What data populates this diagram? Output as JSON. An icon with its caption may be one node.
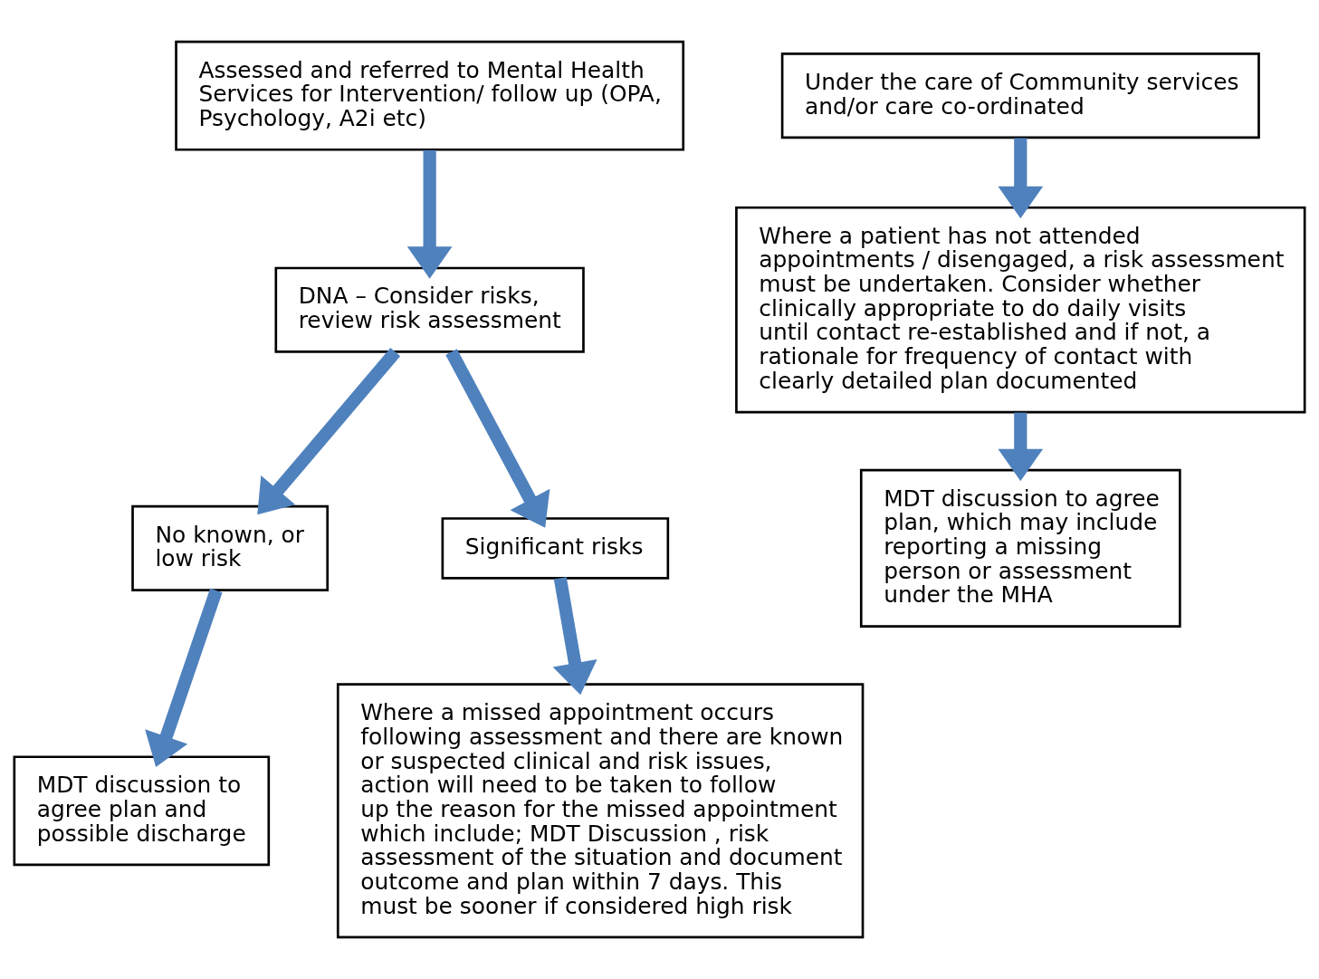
{
  "diagram": {
    "nodes": [
      {
        "text": [
          "Assessed and referred to Mental Health Services for Intervention/ follow up (OPA, Psychology, A2i etc)"
        ]
      },
      {
        "text": [
          "DNA – Consider risks, review risk assessment"
        ]
      },
      {
        "text": [
          "No known, or low risk"
        ]
      },
      {
        "text": [
          "Significant risks"
        ]
      },
      {
        "text": [
          "MDT discussion to agree plan and possible discharge"
        ]
      },
      {
        "text": [
          "Where a missed appointment occurs following assessment and there are known or suspected clinical and risk issues, action will need to be taken to follow up the reason for the missed appointment which include; MDT Discussion , risk assessment of the situation and document outcome and plan within 7 days. This must be sooner if considered high risk"
        ]
      },
      {
        "text": [
          "Under the care of Community services and/or care co-ordinated"
        ]
      },
      {
        "text": [
          "Where a patient has not attended appointments / disengaged, a risk assessment must be undertaken. Consider whether clinically appropriate to do daily visits until contact re-established and if not, a rationale for frequency of contact with clearly detailed plan documented"
        ]
      },
      {
        "text": [
          "MDT discussion to agree plan, which may include reporting a missing person or assessment under the MHA"
        ]
      }
    ],
    "edges": [
      {
        "from": 0,
        "to": 1,
        "arrow": "to"
      },
      {
        "from": 1,
        "to": 2,
        "arrow": "to"
      },
      {
        "from": 1,
        "to": 3,
        "arrow": "to"
      },
      {
        "from": 2,
        "to": 4,
        "arrow": "to"
      },
      {
        "from": 3,
        "to": 5,
        "arrow": "to"
      },
      {
        "from": 6,
        "to": 7,
        "arrow": "to"
      },
      {
        "from": 7,
        "to": 8,
        "arrow": "to"
      }
    ]
  }
}
